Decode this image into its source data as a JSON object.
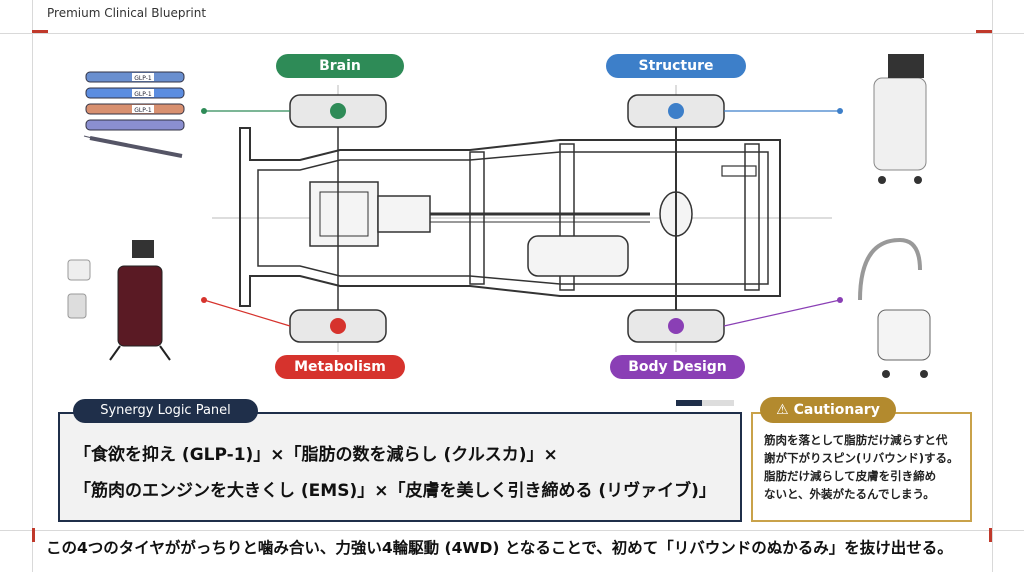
{
  "header": {
    "title": "Premium Clinical Blueprint"
  },
  "axes": {
    "brain": {
      "label": "Brain",
      "color": "#2e8b57"
    },
    "structure": {
      "label": "Structure",
      "color": "#3d7fc9"
    },
    "metabolism": {
      "label": "Metabolism",
      "color": "#d6332d"
    },
    "body_design": {
      "label": "Body Design",
      "color": "#8a3fb5"
    }
  },
  "pens": [
    "GLP-1",
    "GLP-1",
    "GLP-1",
    ""
  ],
  "synergy_panel": {
    "title": "Synergy Logic Panel",
    "line1": "「食欲を抑え (GLP-1)」×「脂肪の数を減らし (クルスカ)」×",
    "line2": "「筋肉のエンジンを大きくし (EMS)」×「皮膚を美しく引き締める (リヴァイブ)」",
    "progress": 0.45
  },
  "caution": {
    "title": "Cautionary",
    "lines": [
      "筋肉を落として脂肪だけ減らすと代",
      "謝が下がりスピン(リバウンド)する。",
      "脂肪だけ減らして皮膚を引き締め",
      "ないと、外装がたるんでしまう。"
    ]
  },
  "bottom_message": "この4つのタイヤががっちりと噛み合い、力強い4輪駆動 (4WD) となることで、初めて「リバウンドのぬかるみ」を抜け出せる。",
  "colors": {
    "accent_red": "#c0392b",
    "navy": "#1f2f4a",
    "gold": "#b38a2e"
  }
}
